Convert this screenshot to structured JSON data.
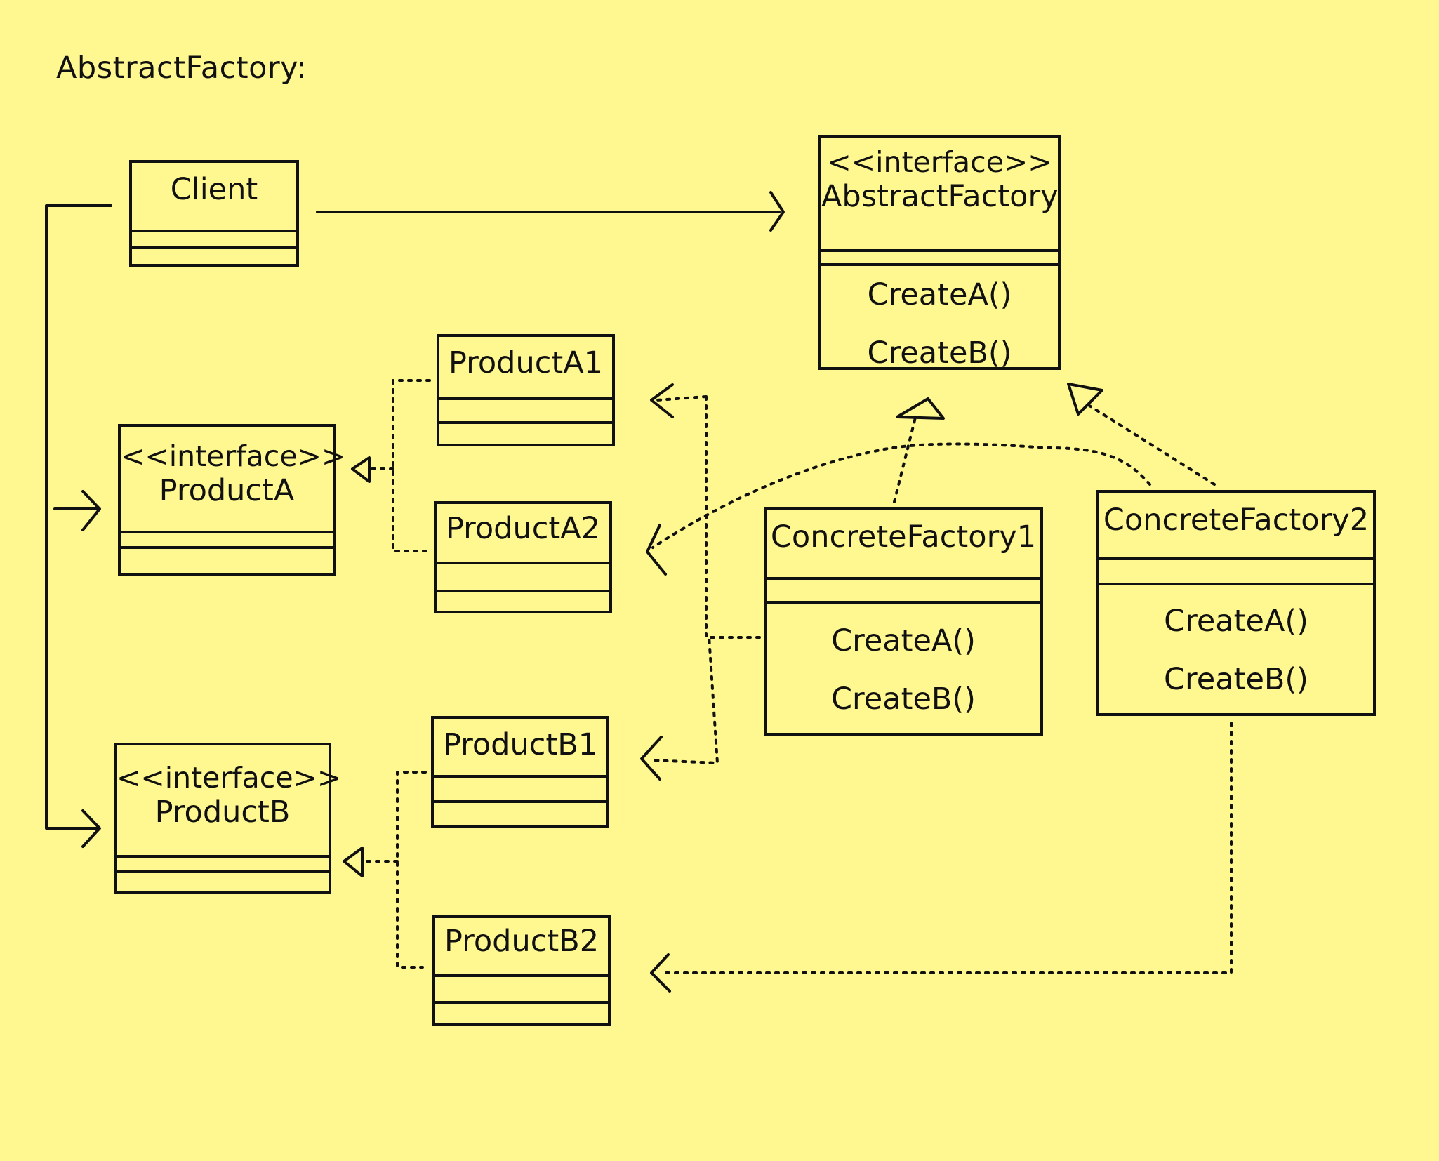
{
  "title": "AbstractFactory:",
  "classes": {
    "client": {
      "name": "Client",
      "stereotype": "",
      "methods": []
    },
    "abstract_factory": {
      "name": "AbstractFactory",
      "stereotype": "<<interface>>",
      "methods": [
        "CreateA()",
        "CreateB()"
      ]
    },
    "product_a": {
      "name": "ProductA",
      "stereotype": "<<interface>>",
      "methods": []
    },
    "product_b": {
      "name": "ProductB",
      "stereotype": "<<interface>>",
      "methods": []
    },
    "product_a1": {
      "name": "ProductA1",
      "stereotype": "",
      "methods": []
    },
    "product_a2": {
      "name": "ProductA2",
      "stereotype": "",
      "methods": []
    },
    "product_b1": {
      "name": "ProductB1",
      "stereotype": "",
      "methods": []
    },
    "product_b2": {
      "name": "ProductB2",
      "stereotype": "",
      "methods": []
    },
    "concrete_factory1": {
      "name": "ConcreteFactory1",
      "stereotype": "",
      "methods": [
        "CreateA()",
        "CreateB()"
      ]
    },
    "concrete_factory2": {
      "name": "ConcreteFactory2",
      "stereotype": "",
      "methods": [
        "CreateA()",
        "CreateB()"
      ]
    }
  },
  "relationships": [
    {
      "from": "Client",
      "to": "AbstractFactory",
      "type": "association"
    },
    {
      "from": "Client",
      "to": "ProductA",
      "type": "association"
    },
    {
      "from": "Client",
      "to": "ProductB",
      "type": "association"
    },
    {
      "from": "ProductA1",
      "to": "ProductA",
      "type": "realization"
    },
    {
      "from": "ProductA2",
      "to": "ProductA",
      "type": "realization"
    },
    {
      "from": "ProductB1",
      "to": "ProductB",
      "type": "realization"
    },
    {
      "from": "ProductB2",
      "to": "ProductB",
      "type": "realization"
    },
    {
      "from": "ConcreteFactory1",
      "to": "AbstractFactory",
      "type": "realization"
    },
    {
      "from": "ConcreteFactory2",
      "to": "AbstractFactory",
      "type": "realization"
    },
    {
      "from": "ConcreteFactory1",
      "to": "ProductA1",
      "type": "dependency"
    },
    {
      "from": "ConcreteFactory1",
      "to": "ProductB1",
      "type": "dependency"
    },
    {
      "from": "ConcreteFactory2",
      "to": "ProductA2",
      "type": "dependency"
    },
    {
      "from": "ConcreteFactory2",
      "to": "ProductB2",
      "type": "dependency"
    }
  ],
  "colors": {
    "background": "#fff891",
    "ink": "#111111"
  }
}
